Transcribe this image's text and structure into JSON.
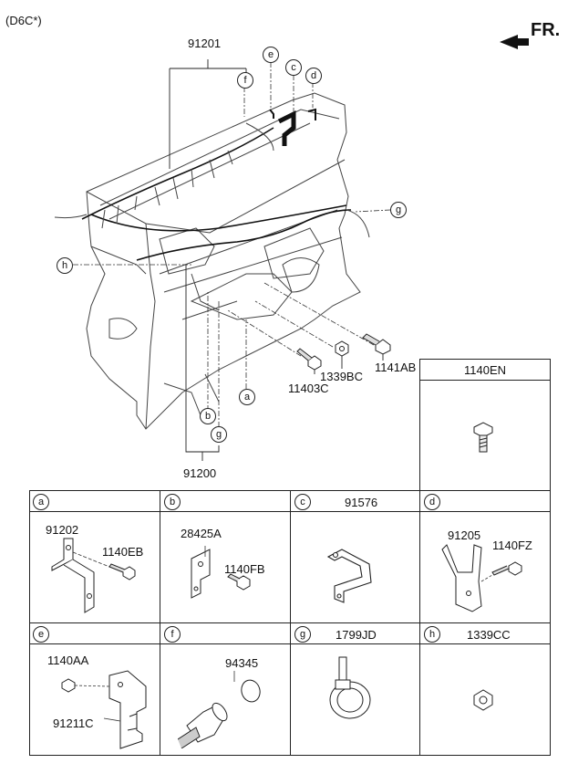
{
  "header": {
    "variant": "(D6C*)",
    "direction": "FR."
  },
  "main": {
    "harness_top": "91201",
    "harness_bottom": "91200",
    "callouts": {
      "e": "e",
      "c": "c",
      "d": "d",
      "f": "f",
      "g": "g",
      "h": "h",
      "a": "a",
      "b": "b",
      "g2": "g"
    },
    "parts": {
      "bolt_a": "1141AB",
      "nut": "1339BC",
      "bolt_b": "11403C"
    }
  },
  "table": {
    "side_cell": {
      "title": "1140EN"
    },
    "cells": [
      {
        "letter": "a",
        "title": "",
        "parts": [
          "91202",
          "1140EB"
        ]
      },
      {
        "letter": "b",
        "title": "",
        "parts": [
          "28425A",
          "1140FB"
        ]
      },
      {
        "letter": "c",
        "title": "91576",
        "parts": []
      },
      {
        "letter": "d",
        "title": "",
        "parts": [
          "91205",
          "1140FZ"
        ]
      },
      {
        "letter": "e",
        "title": "",
        "parts": [
          "1140AA",
          "91211C"
        ]
      },
      {
        "letter": "f",
        "title": "",
        "parts": [
          "94345"
        ]
      },
      {
        "letter": "g",
        "title": "1799JD",
        "parts": []
      },
      {
        "letter": "h",
        "title": "1339CC",
        "parts": []
      }
    ]
  }
}
